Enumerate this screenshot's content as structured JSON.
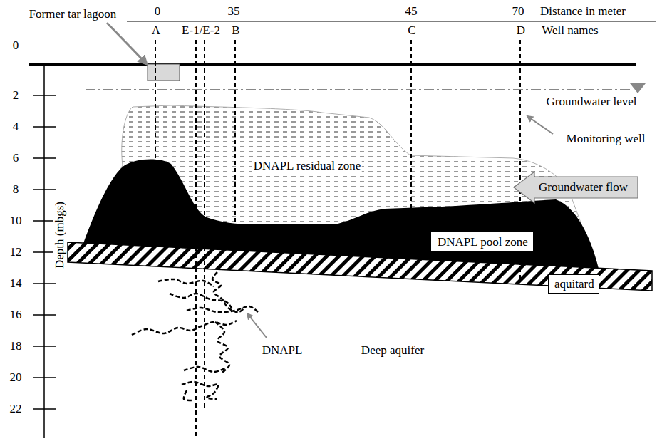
{
  "diagram": {
    "nodes": [
      {
        "text": [
          "Groundwater flow"
        ]
      },
      {
        "text": [
          "DNAPL pool zone"
        ]
      },
      {
        "text": [
          "aquitard"
        ]
      }
    ],
    "labels": [
      "Former tar lagoon",
      "0",
      "35",
      "45",
      "70",
      "Distance in meter",
      "A",
      "E-1/E-2",
      "B",
      "C",
      "D",
      "Well names",
      "0",
      "2",
      "4",
      "6",
      "8",
      "10",
      "12",
      "14",
      "16",
      "18",
      "20",
      "22",
      "Depth (mbgs)",
      "Groundwater level",
      "Monitoring well",
      "DNAPL residual zone",
      "DNAPL",
      "Deep aquifer"
    ]
  }
}
